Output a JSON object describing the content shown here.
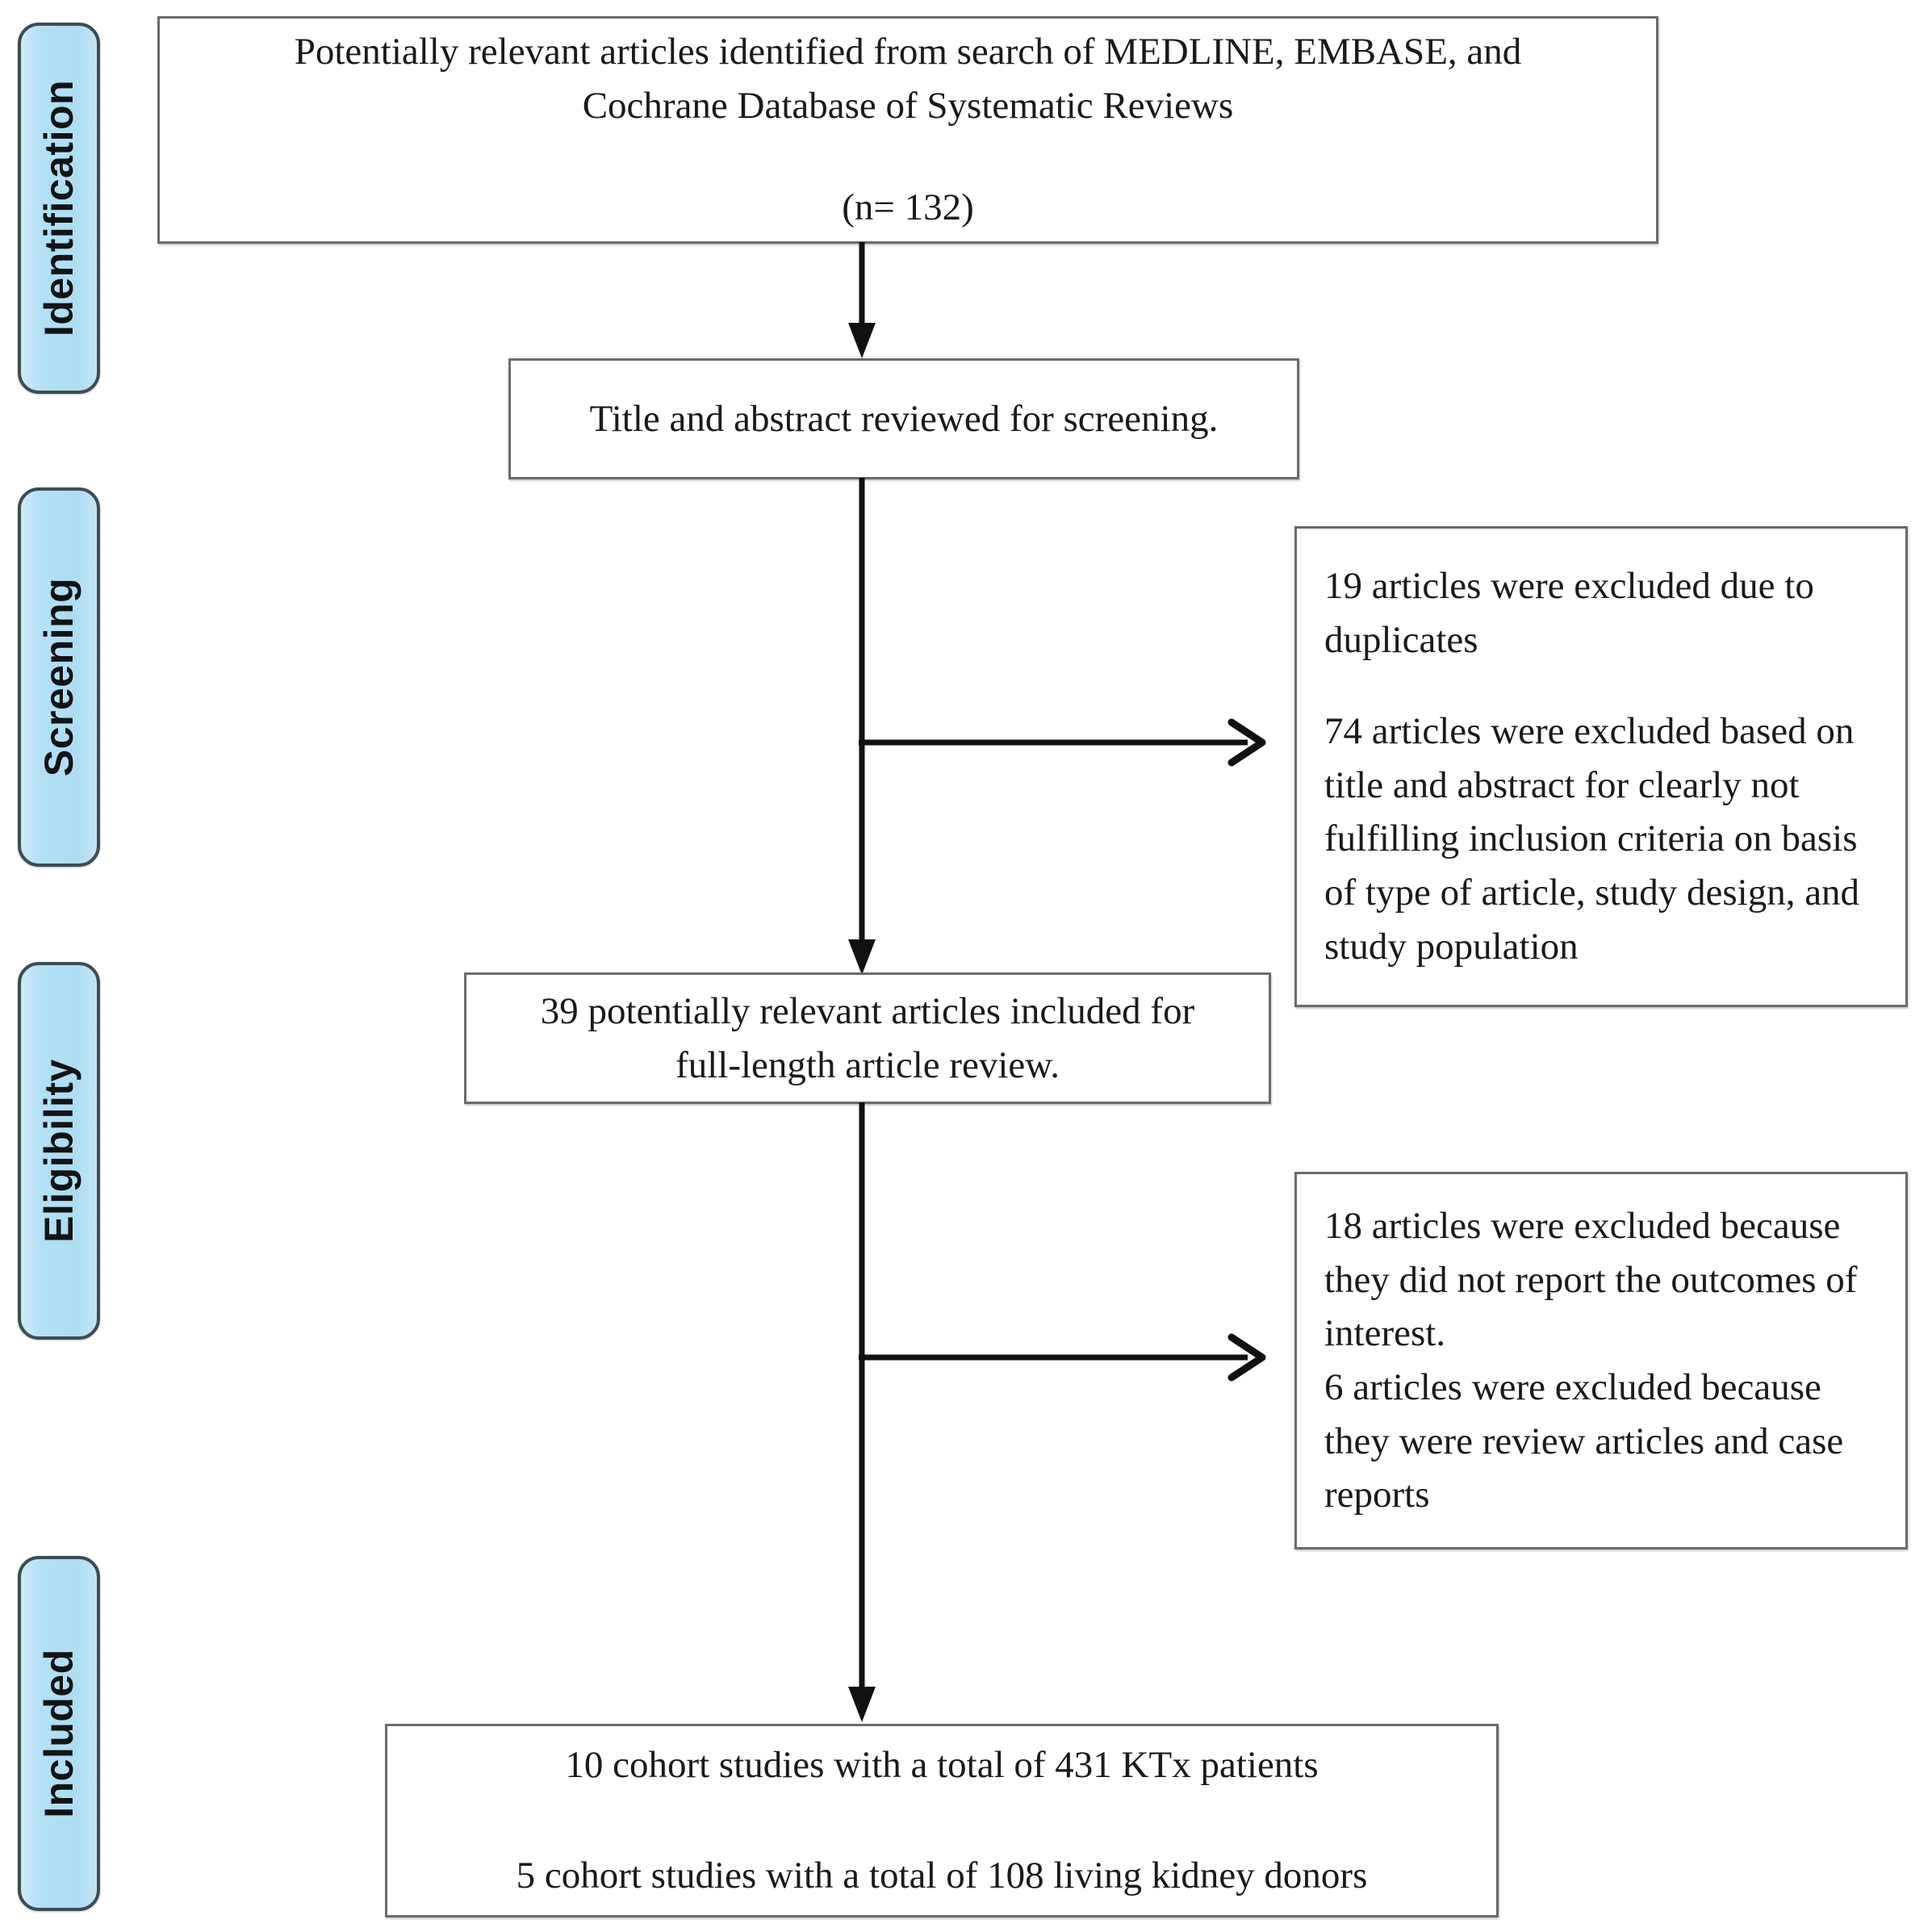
{
  "diagram": {
    "title": "PRISMA study selection flow diagram",
    "accent_color": "#b2e0f5",
    "border_color": "#3d4c55",
    "box_border_color": "#6b6b6b",
    "background_color": "#ffffff"
  },
  "stages": [
    {
      "id": "identification",
      "label": "Identification"
    },
    {
      "id": "screening",
      "label": "Screening"
    },
    {
      "id": "eligibility",
      "label": "Eligibility"
    },
    {
      "id": "included",
      "label": "Included"
    }
  ],
  "boxes": {
    "identification": {
      "line1": "Potentially relevant articles identified from search of MEDLINE, EMBASE, and",
      "line2": "Cochrane Database of Systematic Reviews",
      "count": "(n= 132)"
    },
    "screen_review": {
      "line1": "Title and abstract reviewed for screening."
    },
    "excluded_screening": {
      "line1": "19 articles were excluded due to duplicates",
      "line2": "74 articles were excluded based on title and abstract for clearly not fulfilling inclusion criteria on basis of type of article, study design, and study population"
    },
    "full_review": {
      "line1": "39 potentially relevant articles included for",
      "line2": "full-length article review."
    },
    "excluded_eligibility": {
      "line1": "18 articles were excluded because they did not report the outcomes of interest.",
      "line2": "6 articles were excluded because they were review articles and case reports"
    },
    "included": {
      "line1": "10 cohort studies with a total of 431 KTx patients",
      "line2": "5 cohort studies with a total of 108 living kidney donors"
    }
  },
  "chart_data": {
    "type": "diagram",
    "title": "PRISMA flow of study selection",
    "nodes": [
      {
        "id": "identified",
        "stage": "Identification",
        "n": 132,
        "label": "Potentially relevant articles identified from search of MEDLINE, EMBASE, and Cochrane Database of Systematic Reviews (n= 132)"
      },
      {
        "id": "screened",
        "stage": "Screening",
        "n": null,
        "label": "Title and abstract reviewed for screening."
      },
      {
        "id": "excluded_duplicates",
        "stage": "Screening",
        "n": 19,
        "label": "19 articles were excluded due to duplicates"
      },
      {
        "id": "excluded_title_abs",
        "stage": "Screening",
        "n": 74,
        "label": "74 articles were excluded based on title and abstract for clearly not fulfilling inclusion criteria on basis of type of article, study design, and study population"
      },
      {
        "id": "full_text",
        "stage": "Eligibility",
        "n": 39,
        "label": "39 potentially relevant articles included for full-length article review."
      },
      {
        "id": "excluded_no_outcomes",
        "stage": "Eligibility",
        "n": 18,
        "label": "18 articles were excluded because they did not report the outcomes of interest."
      },
      {
        "id": "excluded_reviews",
        "stage": "Eligibility",
        "n": 6,
        "label": "6 articles were excluded because they were review articles and case reports"
      },
      {
        "id": "included_ktx",
        "stage": "Included",
        "n": 10,
        "label": "10 cohort studies with a total of 431 KTx patients",
        "participants": 431
      },
      {
        "id": "included_donors",
        "stage": "Included",
        "n": 5,
        "label": "5 cohort studies with a total of 108 living kidney donors",
        "participants": 108
      }
    ],
    "edges": [
      {
        "from": "identified",
        "to": "screened",
        "direction": "down"
      },
      {
        "from": "screened",
        "to": "excluded_duplicates",
        "direction": "right"
      },
      {
        "from": "screened",
        "to": "full_text",
        "direction": "down"
      },
      {
        "from": "full_text",
        "to": "excluded_no_outcomes",
        "direction": "right"
      },
      {
        "from": "full_text",
        "to": "included_ktx",
        "direction": "down"
      }
    ]
  }
}
